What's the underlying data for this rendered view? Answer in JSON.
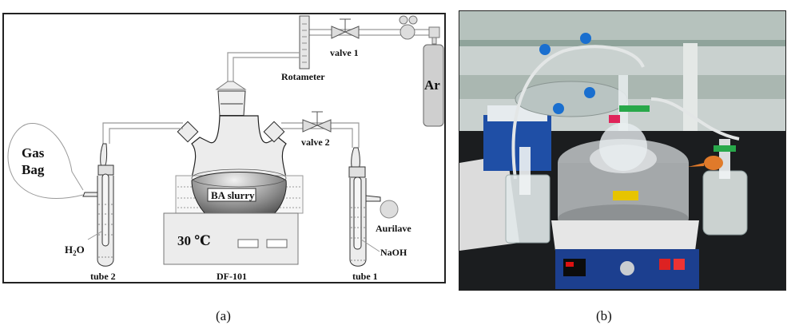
{
  "panel_a": {
    "caption": "(a)",
    "labels": {
      "gas_bag_line1": "Gas",
      "gas_bag_line2": "Bag",
      "rotameter": "Rotameter",
      "valve1": "valve 1",
      "valve2": "valve 2",
      "argon": "Ar",
      "slurry": "BA slurry",
      "temperature": "30 ℃",
      "instrument": "DF-101",
      "h2o_main": "H",
      "h2o_sub": "2",
      "h2o_tail": "O",
      "naoh": "NaOH",
      "aurilave": "Aurilave",
      "tube1": "tube 1",
      "tube2": "tube 2"
    }
  },
  "panel_b": {
    "caption": "(b)",
    "photo_description": "Laboratory setup photograph: three-neck flask in DF-101 heating mantle with gas washing bottles"
  },
  "colors": {
    "equipment_fill": "#ececec",
    "outline": "#333333",
    "cylinder": "#cfcfcf",
    "slurry_dark": "#3a3a3a"
  }
}
